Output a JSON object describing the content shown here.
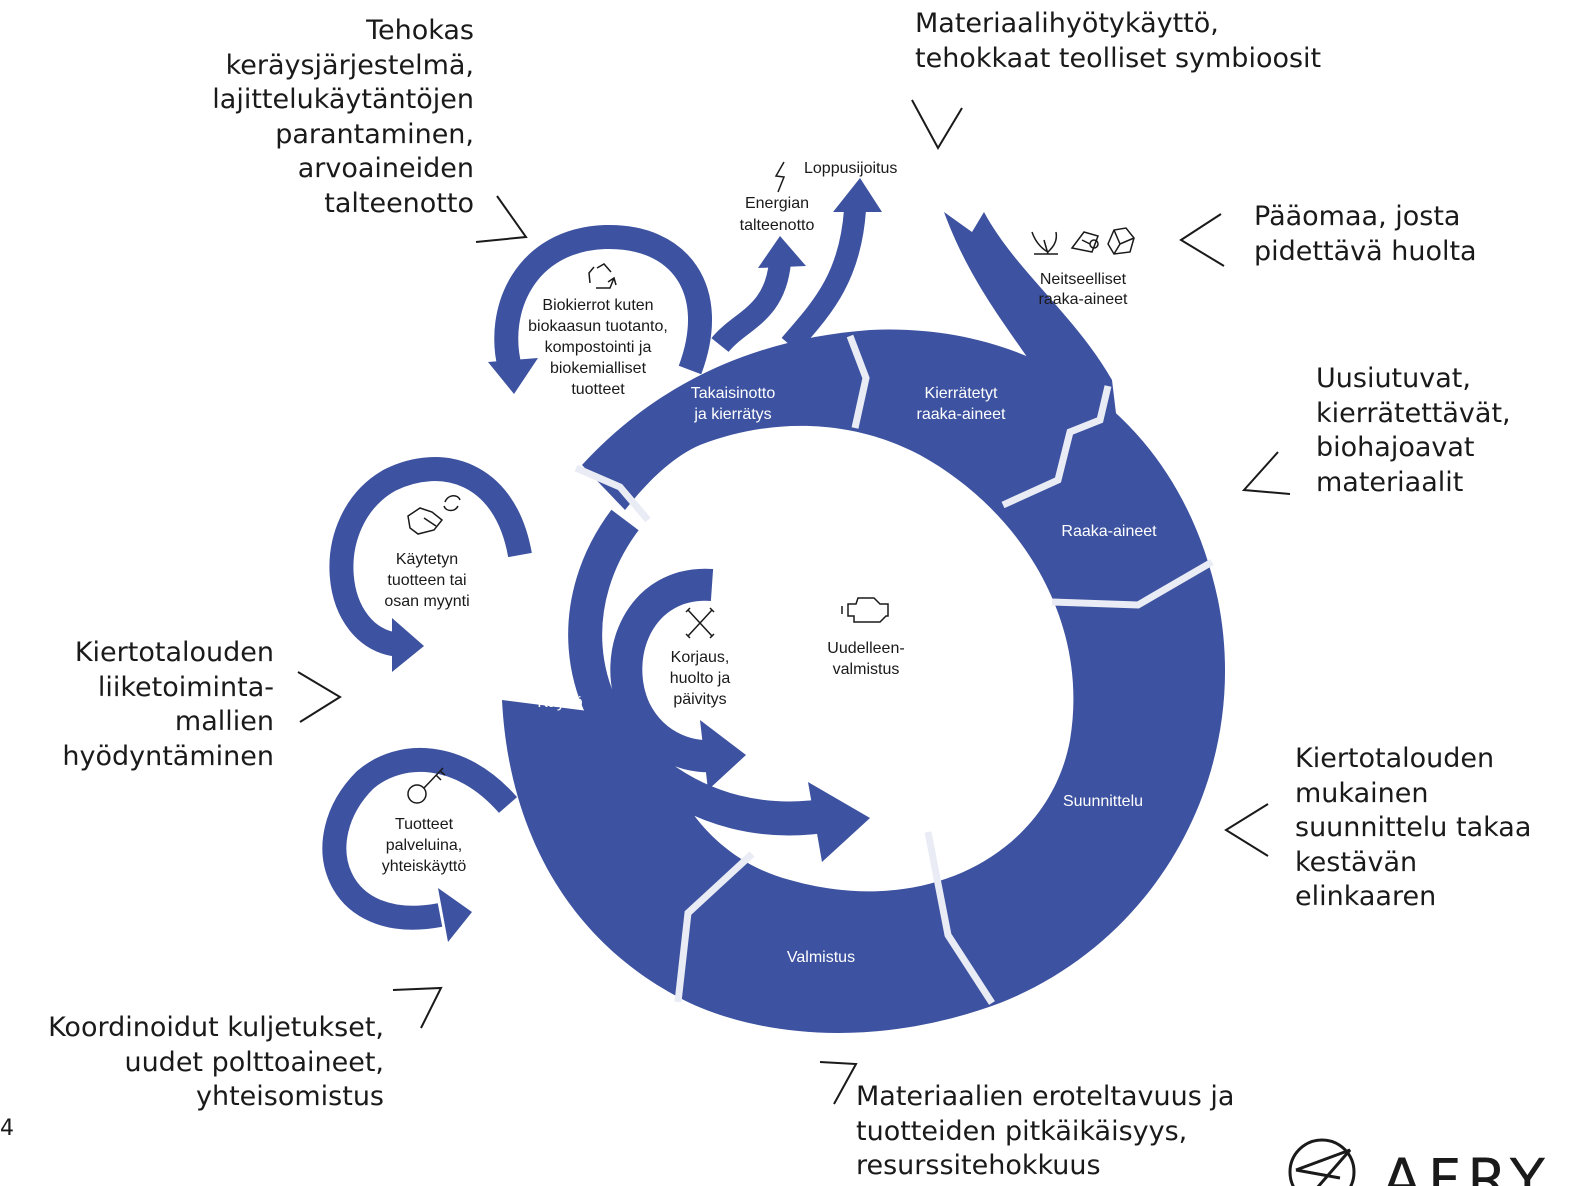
{
  "colors": {
    "primary": "#3d52a0",
    "divider": "#e9ecf5",
    "text": "#1a1a1a"
  },
  "annotations": {
    "collection": "Tehokas\nkeräysjärjestelmä,\nlajittelukäytäntöjen\nparantaminen,\narvoaineiden\ntalteenotto",
    "material_recovery": "Materiaalihyötykäyttö,\ntehokkaat teolliset symbioosit",
    "capital": "Pääomaa, josta\npidettävä huolta",
    "materials": "Uusiutuvat,\nkierrätettävät,\nbiohajoavat\nmateriaalit",
    "business_models": "Kiertotalouden\nliiketoiminta-\nmallien\nhyödyntäminen",
    "design": "Kiertotalouden\nmukainen\nsuunnittelu takaa\nkestävän\nelinkaaren",
    "logistics": "Koordinoidut kuljetukset,\nuudet polttoaineet,\nyhteisomistus",
    "separability": "Materiaalien eroteltavuus ja\ntuotteiden pitkäikäisyys,\nresurssitehokkuus"
  },
  "segments": {
    "takaisinotto": [
      "Takaisinotto",
      "ja kierrätys"
    ],
    "kierratetyt": [
      "Kierrätetyt",
      "raaka-aineet"
    ],
    "raaka_aineet": "Raaka-aineet",
    "suunnittelu": "Suunnittelu",
    "valmistus": "Valmistus",
    "kaytto": "Käyttö"
  },
  "outputs": {
    "loppusijoitus": "Loppusijoitus",
    "energia": [
      "Energian",
      "talteenotto"
    ],
    "neitseelliset": [
      "Neitseelliset",
      "raaka-aineet"
    ]
  },
  "loops": {
    "biokierrot": [
      "Biokierrot kuten",
      "biokaasun tuotanto,",
      "kompostointi ja",
      "biokemialliset",
      "tuotteet"
    ],
    "kaytetyn": [
      "Käytetyn",
      "tuotteen tai",
      "osan  myynti"
    ],
    "tuotteet_palveluina": [
      "Tuotteet",
      "palveluina,",
      "yhteiskäyttö"
    ],
    "korjaus": [
      "Korjaus,",
      "huolto ja",
      "päivitys"
    ],
    "uudelleen": [
      "Uudelleen-",
      "valmistus"
    ]
  },
  "icons": [
    "recycle-icon",
    "lightning-icon",
    "leaf-icon",
    "wood-icon",
    "mineral-icon",
    "handshake-icon",
    "refresh-icon",
    "key-icon",
    "wrench-icon",
    "engine-icon",
    "aerx-logo-icon"
  ],
  "page_number": "4",
  "logo_text": "AFRY"
}
